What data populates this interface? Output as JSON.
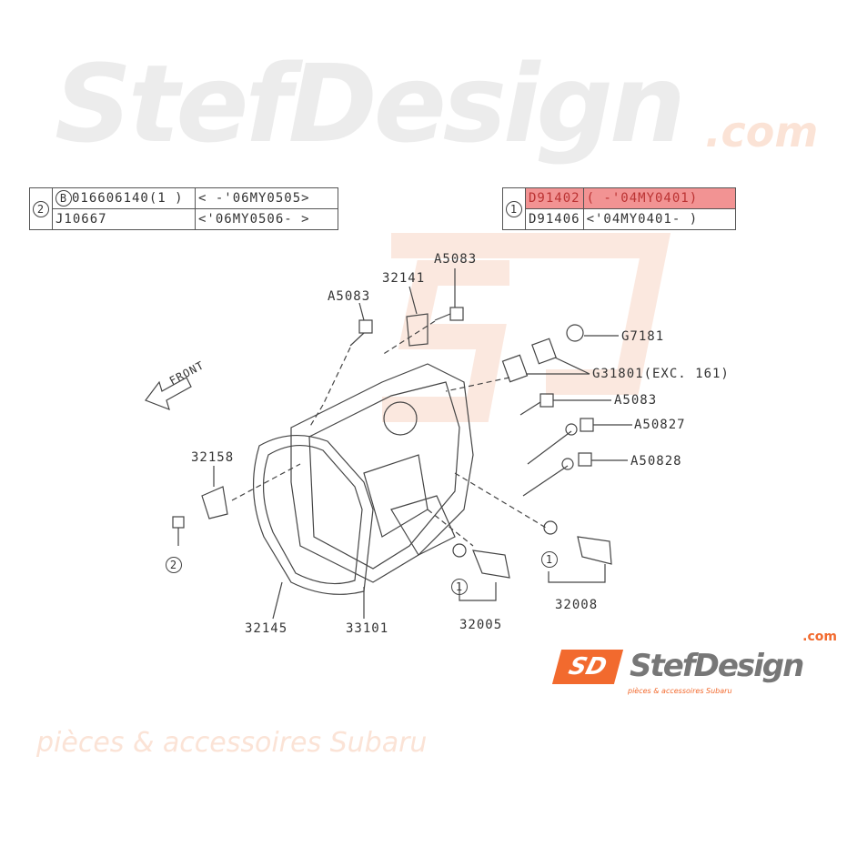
{
  "table_left": {
    "ref_marker": "2",
    "rows": [
      {
        "bolt_marker": "B",
        "part": "016606140(1 )",
        "range": "< -'06MY0505>"
      },
      {
        "part": "J10667",
        "range": "<'06MY0506- >"
      }
    ]
  },
  "table_right": {
    "ref_marker": "1",
    "highlight_color": "#f29393",
    "rows": [
      {
        "part": "D91402",
        "range": "( -'04MY0401)",
        "highlighted": true
      },
      {
        "part": "D91406",
        "range": "<'04MY0401- )",
        "highlighted": false
      }
    ]
  },
  "labels": {
    "a5083_top": "A5083",
    "p32141": "32141",
    "a5083_left": "A5083",
    "g7181": "G7181",
    "g31801": "G31801(EXC. 161)",
    "a5083_right": "A5083",
    "a50827": "A50827",
    "a50828": "A50828",
    "front": "FRONT",
    "p32158": "32158",
    "marker_2": "2",
    "p32145": "32145",
    "p33101": "33101",
    "marker_1a": "1",
    "p32005": "32005",
    "marker_1b": "1",
    "p32008": "32008"
  },
  "watermark": {
    "brand": "StefDesign",
    "domain": ".com",
    "tagline": "pièces & accessoires Subaru"
  },
  "logo": {
    "mark": "SD",
    "brand": "StefDesign",
    "domain": ".com",
    "tagline": "pièces & accessoires Subaru",
    "accent": "#f26a2e"
  }
}
